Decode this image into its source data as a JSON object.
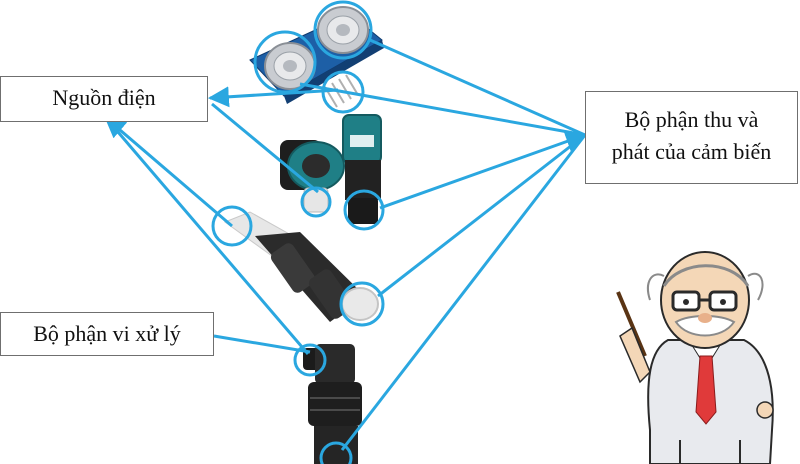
{
  "labels": {
    "power_source": "Nguồn điện",
    "transceiver_line1": "Bộ phận thu và",
    "transceiver_line2": "phát của cảm biến",
    "processor": "Bộ phận vi xử lý"
  },
  "icons": [
    "ultrasonic-module-icon",
    "level-transmitter-icon",
    "cylindrical-sensor-icon",
    "probe-sensor-icon",
    "professor-icon"
  ],
  "colors": {
    "connector_line": "#2aa7e0",
    "box_border": "#6f6f6f",
    "sensor_teal": "#1f7f86",
    "sensor_dark": "#1e1e1e"
  }
}
